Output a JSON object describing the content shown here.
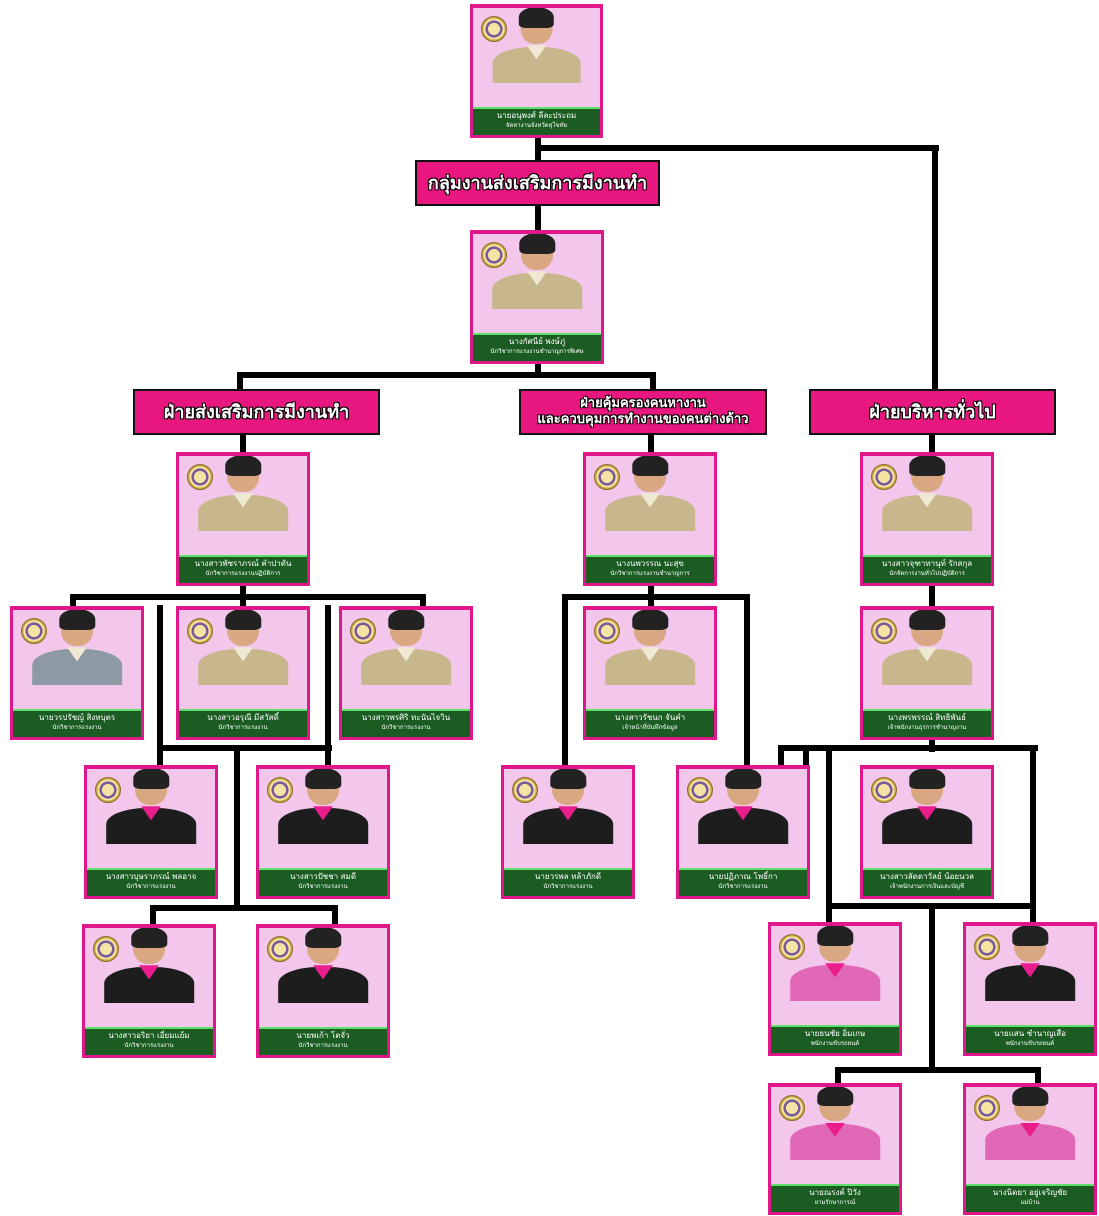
{
  "chart_data": {
    "type": "org-chart",
    "nodes": [
      {
        "id": "director",
        "name": "นายอนุพงศ์ ลีละประถม",
        "position": "จัดหางานจังหวัดสุโขทัย",
        "uniform": "khaki"
      },
      {
        "id": "group-head",
        "name": "นางกัศนีย์ พงษ์ภู่",
        "position": "นักวิชาการแรงงานชำนาญการพิเศษ",
        "uniform": "khaki"
      },
      {
        "id": "promo-head",
        "name": "นางสาวพัชราภรณ์ คำปาตัน",
        "position": "นักวิชาการแรงงานปฏิบัติการ",
        "uniform": "khaki"
      },
      {
        "id": "promo-1",
        "name": "นายวรปรัชญ์ สิงหบุตร",
        "position": "นักวิชาการแรงงาน",
        "uniform": "grey"
      },
      {
        "id": "promo-2",
        "name": "นางสาวอรุณี มีสวัสดิ์",
        "position": "นักวิชาการแรงงาน",
        "uniform": "khaki"
      },
      {
        "id": "promo-3",
        "name": "นางสาวพรศิริ ทะนันไจวิน",
        "position": "นักวิชาการแรงงาน",
        "uniform": "khaki"
      },
      {
        "id": "promo-4",
        "name": "นางสาวบุษราภรณ์ พลอาจ",
        "position": "นักวิชาการแรงงาน",
        "uniform": "black"
      },
      {
        "id": "promo-5",
        "name": "นางสาวปัชชา สมดี",
        "position": "นักวิชาการแรงงาน",
        "uniform": "black"
      },
      {
        "id": "promo-6",
        "name": "นางสาวอริยา เอี่ยมแย้ม",
        "position": "นักวิชาการแรงงาน",
        "uniform": "black"
      },
      {
        "id": "promo-7",
        "name": "นายพเก้า โตจั่ว",
        "position": "นักวิชาการแรงงาน",
        "uniform": "black"
      },
      {
        "id": "protect-head",
        "name": "นางนพวรรณ นะสุข",
        "position": "นักวิชาการแรงงานชำนาญการ",
        "uniform": "khaki"
      },
      {
        "id": "protect-1",
        "name": "นางสาวรัชนก จันคำ",
        "position": "เจ้าหน้าที่บันทึกข้อมูล",
        "uniform": "khaki"
      },
      {
        "id": "protect-2",
        "name": "นายวรพล หล้าภักดี",
        "position": "นักวิชาการแรงงาน",
        "uniform": "black"
      },
      {
        "id": "protect-3",
        "name": "นายปฏิภาณ โพธิ์กา",
        "position": "นักวิชาการแรงงาน",
        "uniform": "black"
      },
      {
        "id": "admin-head",
        "name": "นางสาวจุฑาทานุท์ รักสกุล",
        "position": "นักจัดการงานทั่วไปปฏิบัติการ",
        "uniform": "khaki"
      },
      {
        "id": "admin-2",
        "name": "นางพรพรรณ์ สิทธิพันธ์",
        "position": "เจ้าพนักงานธุรการชำนาญงาน",
        "uniform": "khaki"
      },
      {
        "id": "admin-3",
        "name": "นางสาวลัดดาวัลย์ น้อยนวล",
        "position": "เจ้าพนักงานการเงินและบัญชี",
        "uniform": "black"
      },
      {
        "id": "admin-4",
        "name": "นายธนชัย อิ่มเกษ",
        "position": "พนักงานขับรถยนต์",
        "uniform": "pink"
      },
      {
        "id": "admin-5",
        "name": "นายแสน ชำนาญเสือ",
        "position": "พนักงานขับรถยนต์",
        "uniform": "black"
      },
      {
        "id": "admin-6",
        "name": "นายณรงค์ ปิวัง",
        "position": "ยามรักษาการณ์",
        "uniform": "pink"
      },
      {
        "id": "admin-7",
        "name": "นางนิตยา อยู่เจริญชัย",
        "position": "แม่บ้าน",
        "uniform": "pink"
      }
    ],
    "groups": [
      {
        "id": "group",
        "lines": [
          "กลุ่มงานส่งเสริมการมีงานทำ"
        ]
      },
      {
        "id": "promotion",
        "lines": [
          "ฝ่ายส่งเสริมการมีงานทำ"
        ]
      },
      {
        "id": "protection",
        "lines": [
          "ฝ่ายคุ้มครองคนหางาน",
          "และควบคุมการทำงานของคนต่างด้าว"
        ]
      },
      {
        "id": "admin",
        "lines": [
          "ฝ่ายบริหารทั่วไป"
        ]
      }
    ],
    "edges": [
      [
        "director",
        "group"
      ],
      [
        "group",
        "group-head"
      ],
      [
        "director",
        "admin"
      ],
      [
        "group-head",
        "promotion"
      ],
      [
        "group-head",
        "protection"
      ],
      [
        "promotion",
        "promo-head"
      ],
      [
        "promo-head",
        "promo-1"
      ],
      [
        "promo-head",
        "promo-2"
      ],
      [
        "promo-head",
        "promo-3"
      ],
      [
        "promo-head",
        "promo-4"
      ],
      [
        "promo-head",
        "promo-5"
      ],
      [
        "promo-head",
        "promo-6"
      ],
      [
        "promo-head",
        "promo-7"
      ],
      [
        "protection",
        "protect-head"
      ],
      [
        "protect-head",
        "protect-1"
      ],
      [
        "protect-head",
        "protect-2"
      ],
      [
        "protect-head",
        "protect-3"
      ],
      [
        "admin",
        "admin-head"
      ],
      [
        "admin-head",
        "admin-2"
      ],
      [
        "admin-2",
        "admin-3"
      ],
      [
        "admin-2",
        "admin-4"
      ],
      [
        "admin-2",
        "admin-5"
      ],
      [
        "admin-2",
        "admin-6"
      ],
      [
        "admin-2",
        "admin-7"
      ]
    ]
  }
}
